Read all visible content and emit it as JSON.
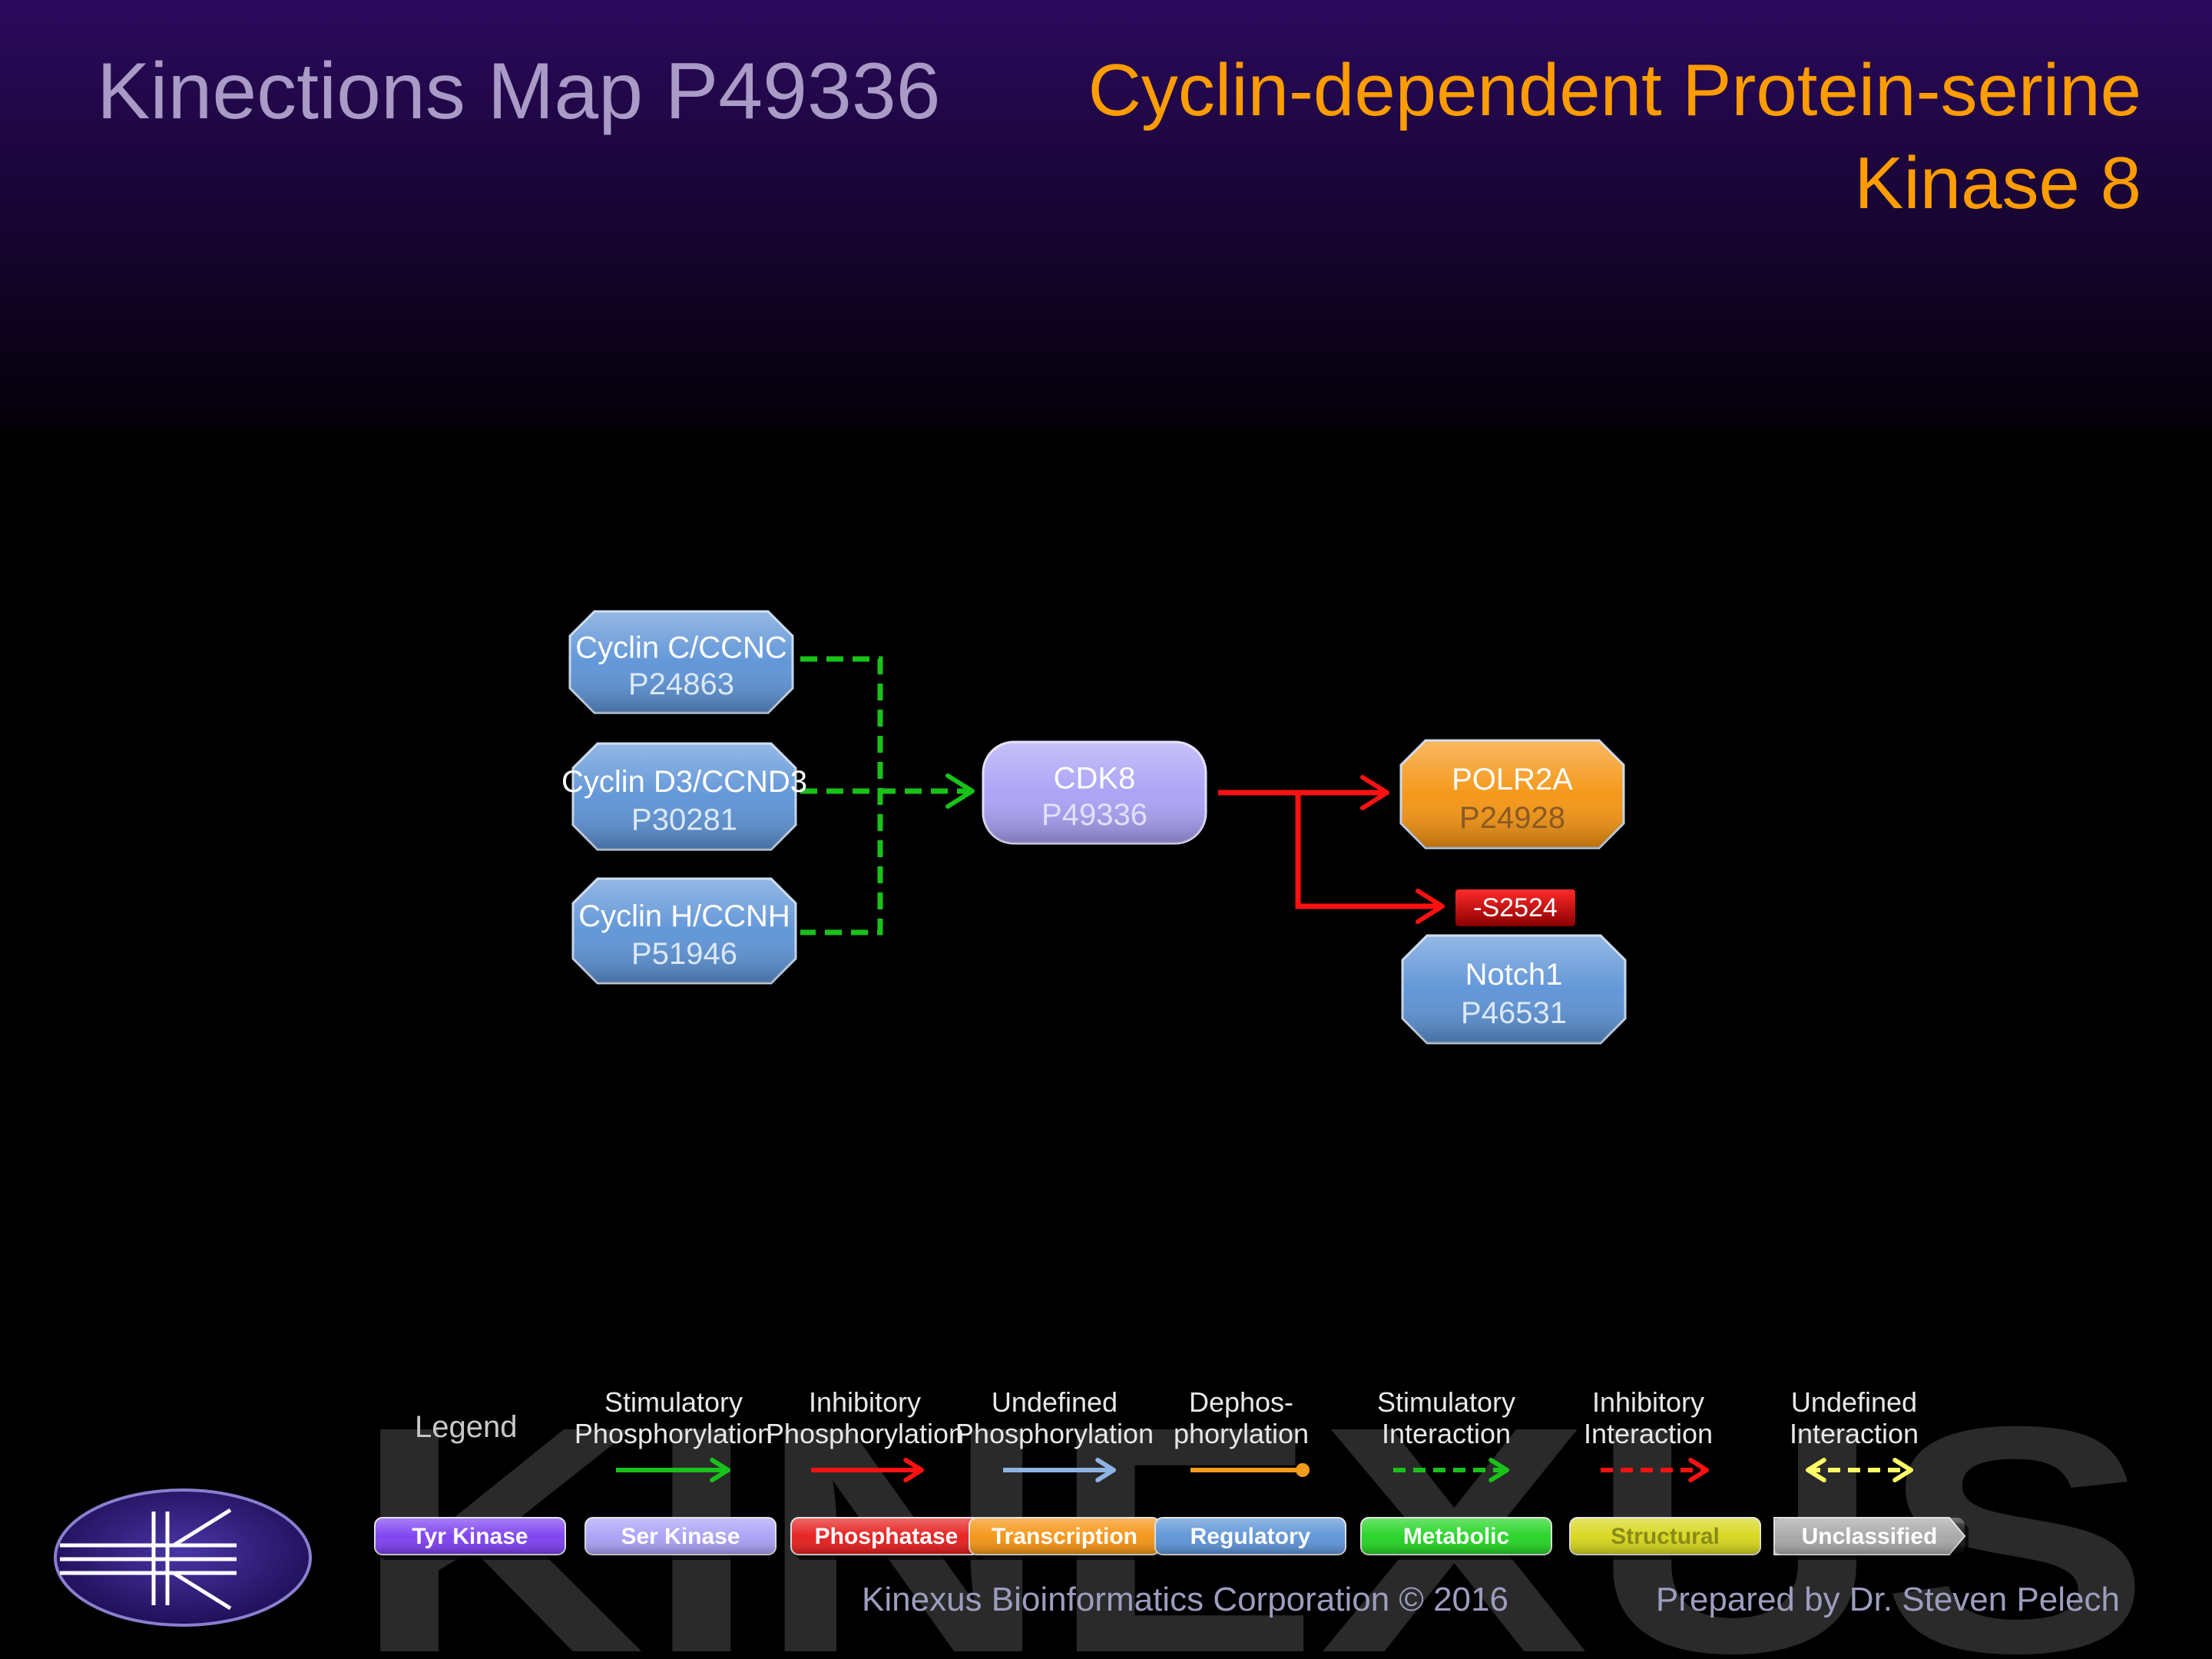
{
  "header": {
    "title": "Kinections Map P49336",
    "subtitle_line1": "Cyclin-dependent Protein-serine",
    "subtitle_line2": "Kinase 8"
  },
  "colors": {
    "stimulatory": "#19c219",
    "inhibitory": "#ff1111",
    "undefined": "#8db4e2",
    "dephosphorylation": "#f29b1e",
    "undefined_interaction": "#ffff66",
    "tyr_kinase": "#7b3cf0",
    "ser_kinase": "#a99ff5",
    "phosphatase": "#e61919",
    "transcription": "#f5930f",
    "regulatory": "#5b92d6",
    "metabolic": "#1fd41f",
    "structural": "#d6d617",
    "unclassified": "#a6a6a6"
  },
  "nodes": {
    "ccnc": {
      "name": "Cyclin C/CCNC",
      "id": "P24863",
      "class": "regulatory"
    },
    "ccnd3": {
      "name": "Cyclin D3/CCND3",
      "id": "P30281",
      "class": "regulatory"
    },
    "ccnh": {
      "name": "Cyclin H/CCNH",
      "id": "P51946",
      "class": "regulatory"
    },
    "cdk8": {
      "name": "CDK8",
      "id": "P49336",
      "class": "ser_kinase"
    },
    "polr2a": {
      "name": "POLR2A",
      "id": "P24928",
      "class": "transcription"
    },
    "notch1": {
      "name": "Notch1",
      "id": "P46531",
      "class": "regulatory"
    }
  },
  "site": {
    "label": "-S2524"
  },
  "edges": [
    {
      "from": "ccnc",
      "to": "cdk8",
      "type": "stimulatory_interaction"
    },
    {
      "from": "ccnd3",
      "to": "cdk8",
      "type": "stimulatory_interaction"
    },
    {
      "from": "ccnh",
      "to": "cdk8",
      "type": "stimulatory_interaction"
    },
    {
      "from": "cdk8",
      "to": "polr2a",
      "type": "inhibitory_phosphorylation"
    },
    {
      "from": "cdk8",
      "to": "notch1",
      "type": "inhibitory_phosphorylation",
      "site": "-S2524"
    }
  ],
  "legend": {
    "title": "Legend",
    "edge_types": [
      {
        "line1": "Stimulatory",
        "line2": "Phosphorylation"
      },
      {
        "line1": "Inhibitory",
        "line2": "Phosphorylation"
      },
      {
        "line1": "Undefined",
        "line2": "Phosphorylation"
      },
      {
        "line1": "Dephos-",
        "line2": "phorylation"
      },
      {
        "line1": "Stimulatory",
        "line2": "Interaction"
      },
      {
        "line1": "Inhibitory",
        "line2": "Interaction"
      },
      {
        "line1": "Undefined",
        "line2": "Interaction"
      }
    ],
    "node_classes": [
      {
        "label": "Tyr Kinase"
      },
      {
        "label": "Ser Kinase"
      },
      {
        "label": "Phosphatase"
      },
      {
        "label": "Transcription"
      },
      {
        "label": "Regulatory"
      },
      {
        "label": "Metabolic"
      },
      {
        "label": "Structural"
      },
      {
        "label": "Unclassified"
      }
    ]
  },
  "footer": {
    "copyright": "Kinexus Bioinformatics Corporation © 2016",
    "prepared_by": "Prepared by Dr. Steven Pelech",
    "watermark": "KINEXUS"
  }
}
